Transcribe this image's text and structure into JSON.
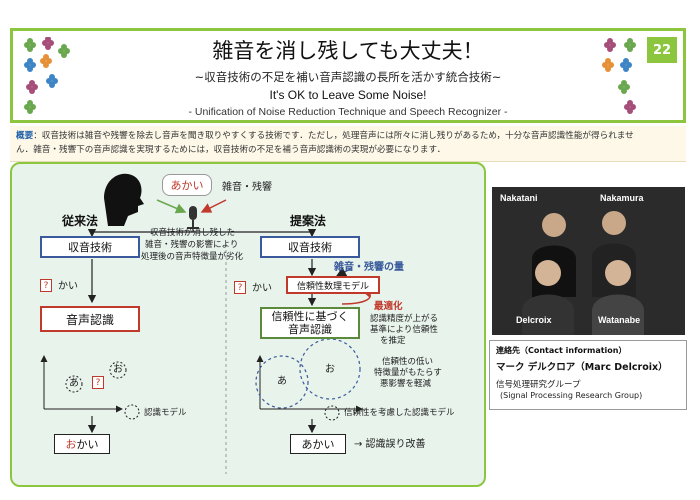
{
  "header": {
    "page_number": "22",
    "title": "雑音を消し残しても大丈夫！",
    "subtitle_jp": "~収音技術の不足を補い音声認識の長所を活かす統合技術~",
    "title_en": "It's OK to Leave Some Noise!",
    "subtitle_en": "- Unification of Noise Reduction Technique and Speech Recognizer -"
  },
  "summary": {
    "label": "概要",
    "line1": "：収音技術は雑音や残響を除去し音声を聞き取りやすくする技術です．ただし，処理音声には所々に消し残りがあるため，十分な音声認識性能が得られませ",
    "line2": "ん．雑音・残響下の音声認識を実現するためには，収音技術の不足を補う音声認識術の実現が必要になります．"
  },
  "diagram": {
    "speech_bubble": "あかい",
    "noise_label": "雑音・残響",
    "conventional_header": "従来法",
    "proposed_header": "提案法",
    "left_box1": "収音技術",
    "right_box1": "収音技術",
    "center_note_1": "収音技術が消し残した",
    "center_note_2": "雑音・残響の影響により",
    "center_note_3": "処理後の音声特徴量が劣化",
    "left_q": "?",
    "left_q_text": "かい",
    "left_box2": "音声認識",
    "noise_amount": "雑音・残響の量",
    "right_q": "?",
    "right_q_text": "かい",
    "reliability_model": "信頼性数理モデル",
    "optimization": "最適化",
    "right_box2_line1": "信頼性に基づく",
    "right_box2_line2": "音声認識",
    "right_note_1": "認識精度が上がる",
    "right_note_2": "基準により信頼性",
    "right_note_3": "を推定",
    "right_note_4": "信頼性の低い",
    "right_note_5": "特徴量がもたらす",
    "right_note_6": "悪影響を軽減",
    "left_plot_a": "あ",
    "left_plot_q": "?",
    "left_plot_o": "お",
    "model_legend": "認識モデル",
    "right_plot_a": "あ",
    "right_plot_o": "お",
    "reliability_legend": "信頼性を考慮した認識モデル",
    "left_result_prefix": "お",
    "left_result_suffix": "かい",
    "right_result": "あかい",
    "right_result_note": "→ 認識誤り改善"
  },
  "photo": {
    "top_left": "Nakatani",
    "top_right": "Nakamura",
    "bottom_left": "Delcroix",
    "bottom_right": "Watanabe"
  },
  "contact": {
    "heading": "連絡先（Contact information）",
    "name": "マーク デルクロア（Marc Delcroix）",
    "group_jp": "信号処理研究グループ",
    "group_en": "(Signal Processing Research Group)"
  },
  "colors": {
    "accent_green": "#8cc63f",
    "box_blue": "#3a5a9c",
    "box_red": "#c0392b",
    "box_green": "#5b8a3c",
    "panel_bg": "#e8f3ec"
  }
}
